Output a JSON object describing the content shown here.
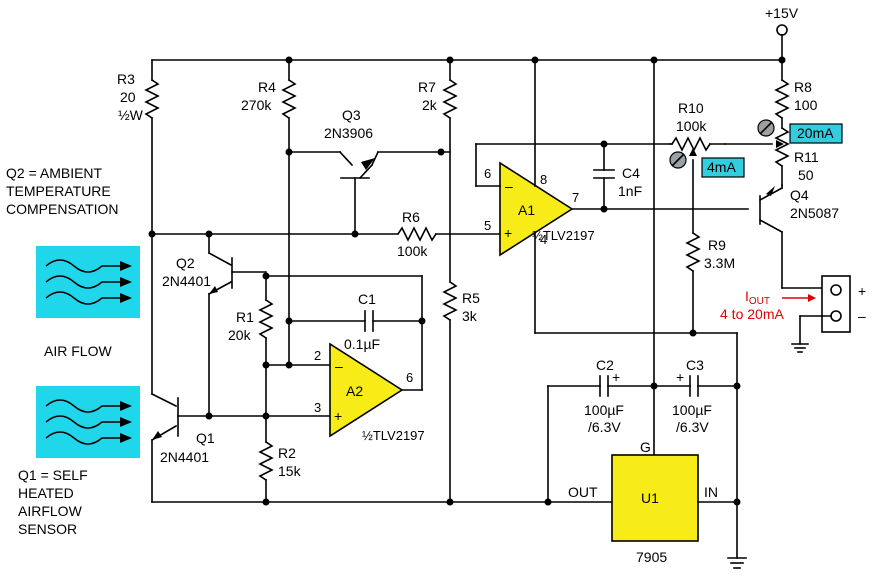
{
  "supply": {
    "label": "+15V"
  },
  "resistors": {
    "r3": {
      "name": "R3",
      "value": "20",
      "value2": "½W"
    },
    "r4": {
      "name": "R4",
      "value": "270k"
    },
    "r7": {
      "name": "R7",
      "value": "2k"
    },
    "r8": {
      "name": "R8",
      "value": "100"
    },
    "r10": {
      "name": "R10",
      "value": "100k"
    },
    "r11": {
      "name": "R11",
      "value": "50"
    },
    "r6": {
      "name": "R6",
      "value": "100k"
    },
    "r9": {
      "name": "R9",
      "value": "3.3M"
    },
    "r1": {
      "name": "R1",
      "value": "20k"
    },
    "r5": {
      "name": "R5",
      "value": "3k"
    },
    "r2": {
      "name": "R2",
      "value": "15k"
    }
  },
  "capacitors": {
    "c1": {
      "name": "C1",
      "value": "0.1µF"
    },
    "c4": {
      "name": "C4",
      "value": "1nF"
    },
    "c2": {
      "name": "C2",
      "value": "100µF",
      "rating": "/6.3V"
    },
    "c3": {
      "name": "C3",
      "value": "100µF",
      "rating": "/6.3V"
    }
  },
  "transistors": {
    "q3": {
      "name": "Q3",
      "part": "2N3906"
    },
    "q2": {
      "name": "Q2",
      "part": "2N4401"
    },
    "q1": {
      "name": "Q1",
      "part": "2N4401"
    },
    "q4": {
      "name": "Q4",
      "part": "2N5087"
    }
  },
  "opamps": {
    "a1": {
      "name": "A1",
      "part": "½TLV2197",
      "pins": {
        "inv": "6",
        "noninv": "5",
        "vplus": "8",
        "vminus": "4",
        "out": "7"
      }
    },
    "a2": {
      "name": "A2",
      "part": "½TLV2197",
      "pins": {
        "inv": "2",
        "noninv": "3",
        "out": "6"
      }
    }
  },
  "regulator": {
    "name": "U1",
    "part": "7905",
    "pin_out": "OUT",
    "pin_in": "IN",
    "pin_g": "G"
  },
  "calibration": {
    "span_tag": "20mA",
    "zero_tag": "4mA"
  },
  "notes": {
    "q2_line1": "Q2 = AMBIENT",
    "q2_line2": "TEMPERATURE",
    "q2_line3": "COMPENSATION",
    "airflow": "AIR FLOW",
    "q1_line1": "Q1 = SELF",
    "q1_line2": "HEATED",
    "q1_line3": "AIRFLOW",
    "q1_line4": "SENSOR"
  },
  "output": {
    "iout_main": "I",
    "iout_sub": "OUT",
    "range": "4 to 20mA",
    "plus": "+",
    "minus": "–"
  },
  "colors": {
    "opamp_fill": "#f7ec18",
    "tag_fill": "#33cde0",
    "airflow_fill": "#1fd6ea",
    "annotation": "#e00000"
  }
}
